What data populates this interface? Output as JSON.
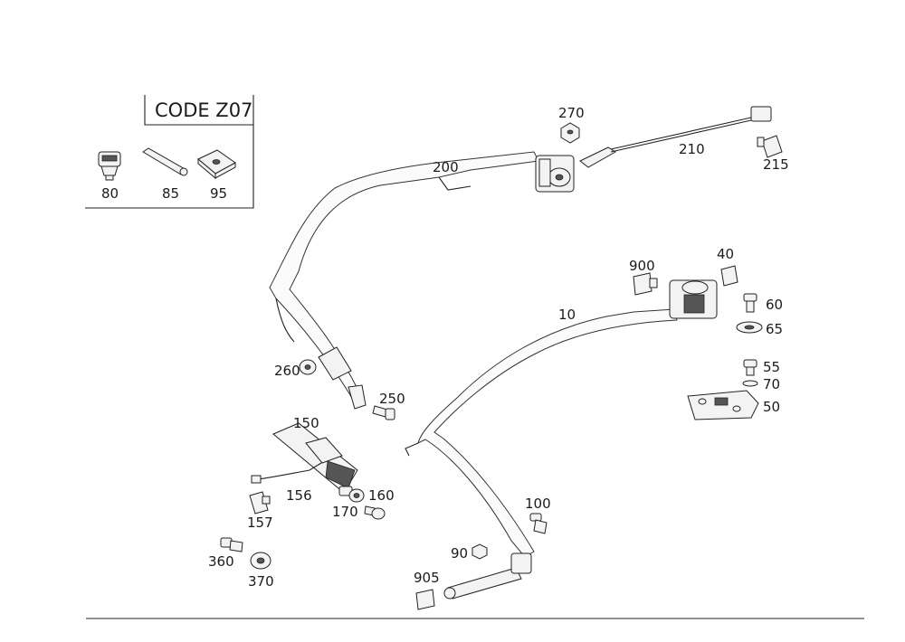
{
  "code_box": {
    "title": "CODE Z07"
  },
  "labels": {
    "p80": "80",
    "p85": "85",
    "p95": "95",
    "p200": "200",
    "p210": "210",
    "p215": "215",
    "p270": "270",
    "p900": "900",
    "p40": "40",
    "p60": "60",
    "p65": "65",
    "p10": "10",
    "p55": "55",
    "p70": "70",
    "p50": "50",
    "p260": "260",
    "p250": "250",
    "p150": "150",
    "p156": "156",
    "p157": "157",
    "p160": "160",
    "p170": "170",
    "p100": "100",
    "p90": "90",
    "p905": "905",
    "p360": "360",
    "p370": "370"
  },
  "colors": {
    "ink": "#222222",
    "part_fill": "#f3f3f3",
    "background": "#ffffff"
  }
}
